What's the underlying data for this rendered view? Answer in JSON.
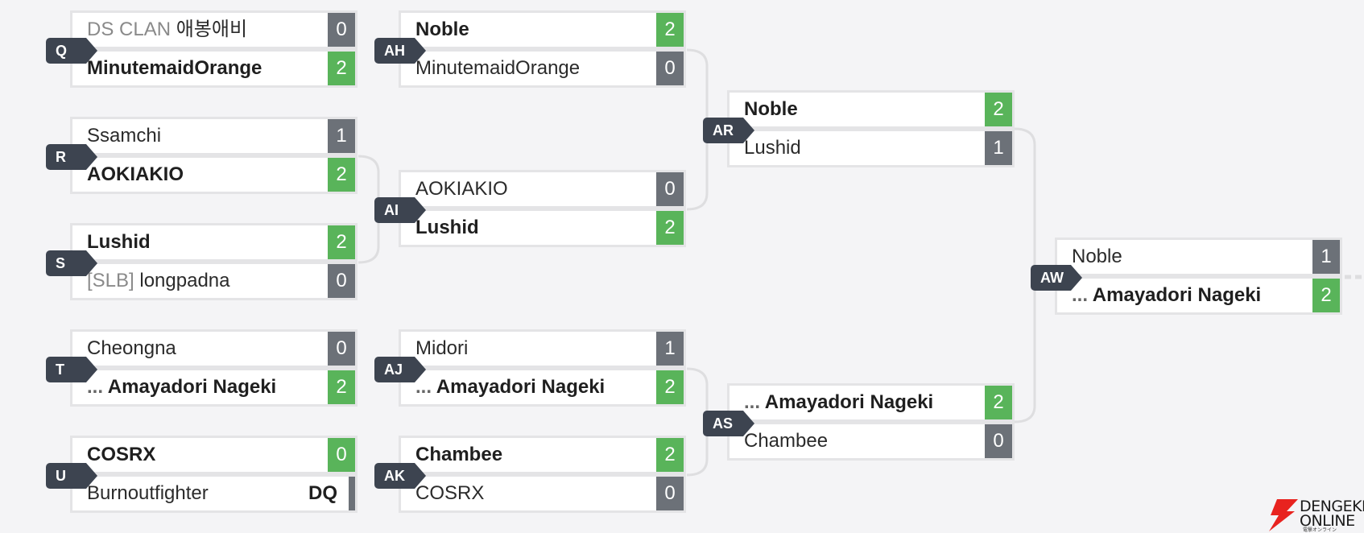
{
  "colors": {
    "background": "#f4f4f6",
    "win_score": "#59b45a",
    "loss_score": "#6c7178",
    "label_bg": "#3d4450",
    "connector": "#dedee0",
    "logo_red": "#e8231f"
  },
  "matches": {
    "q": {
      "label": "Q",
      "top": {
        "prefix": "DS CLAN",
        "name": "애봉애비",
        "score": "0"
      },
      "bottom": {
        "name": "MinutemaidOrange",
        "score": "2"
      }
    },
    "r": {
      "label": "R",
      "top": {
        "name": "Ssamchi",
        "score": "1"
      },
      "bottom": {
        "name": "AOKIAKIO",
        "score": "2"
      }
    },
    "s": {
      "label": "S",
      "top": {
        "name": "Lushid",
        "score": "2"
      },
      "bottom": {
        "prefix": "[SLB]",
        "name": "longpadna",
        "score": "0"
      }
    },
    "t": {
      "label": "T",
      "top": {
        "name": "Cheongna",
        "score": "0"
      },
      "bottom": {
        "dots": "...",
        "name": "Amayadori Nageki",
        "score": "2"
      }
    },
    "u": {
      "label": "U",
      "top": {
        "name": "COSRX",
        "score": "0"
      },
      "bottom": {
        "name": "Burnoutfighter",
        "score": "DQ"
      }
    },
    "ah": {
      "label": "AH",
      "top": {
        "name": "Noble",
        "score": "2"
      },
      "bottom": {
        "name": "MinutemaidOrange",
        "score": "0"
      }
    },
    "ai": {
      "label": "AI",
      "top": {
        "name": "AOKIAKIO",
        "score": "0"
      },
      "bottom": {
        "name": "Lushid",
        "score": "2"
      }
    },
    "aj": {
      "label": "AJ",
      "top": {
        "name": "Midori",
        "score": "1"
      },
      "bottom": {
        "dots": "...",
        "name": "Amayadori Nageki",
        "score": "2"
      }
    },
    "ak": {
      "label": "AK",
      "top": {
        "name": "Chambee",
        "score": "2"
      },
      "bottom": {
        "name": "COSRX",
        "score": "0"
      }
    },
    "ar": {
      "label": "AR",
      "top": {
        "name": "Noble",
        "score": "2"
      },
      "bottom": {
        "name": "Lushid",
        "score": "1"
      }
    },
    "as": {
      "label": "AS",
      "top": {
        "dots": "...",
        "name": "Amayadori Nageki",
        "score": "2"
      },
      "bottom": {
        "name": "Chambee",
        "score": "0"
      }
    },
    "aw": {
      "label": "AW",
      "top": {
        "name": "Noble",
        "score": "1"
      },
      "bottom": {
        "dots": "...",
        "name": "Amayadori Nageki",
        "score": "2"
      }
    }
  },
  "logo": {
    "line1": "DENGEKI",
    "line2": "ONLINE",
    "line3": "電撃オンライン"
  }
}
